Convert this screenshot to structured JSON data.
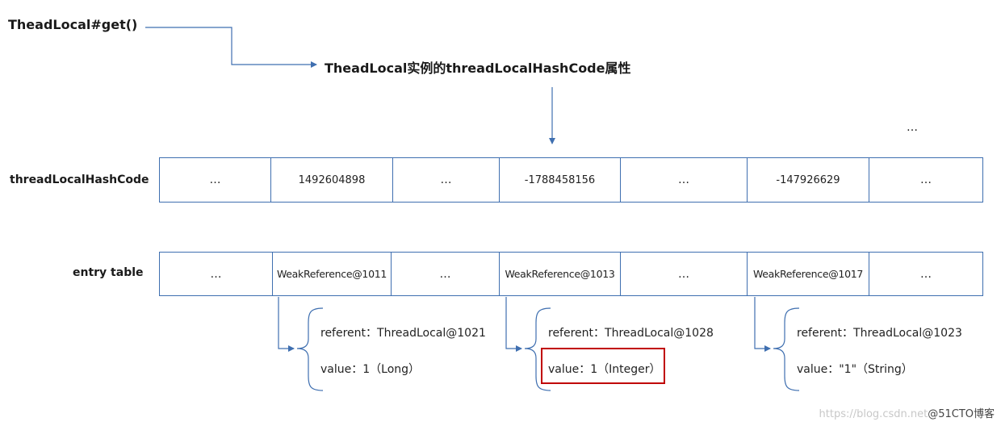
{
  "labels": {
    "get_call": "TheadLocal#get()",
    "attribute": "TheadLocal实例的threadLocalHashCode属性",
    "top_ellipsis": "…",
    "hash_row": "threadLocalHashCode",
    "entry_row": "entry table"
  },
  "hash_cells": [
    "…",
    "1492604898",
    "…",
    "-1788458156",
    "…",
    "-147926629",
    "…"
  ],
  "entry_cells": [
    "…",
    "WeakReference@1011",
    "…",
    "WeakReference@1013",
    "…",
    "WeakReference@1017",
    "…"
  ],
  "entries": [
    {
      "referent": "referent：ThreadLocal@1021",
      "value": "value：1（Long）"
    },
    {
      "referent": "referent：ThreadLocal@1028",
      "value": "value：1（Integer）"
    },
    {
      "referent": "referent：ThreadLocal@1023",
      "value": "value：\"1\"（String）"
    }
  ],
  "watermark": {
    "url": "https://blog.csdn.net",
    "brand": "@51CTO博客"
  },
  "colors": {
    "line": "#3f6fb0",
    "highlight": "#c00000",
    "text": "#1a1a1a"
  }
}
